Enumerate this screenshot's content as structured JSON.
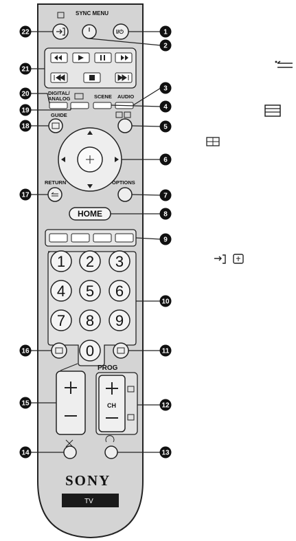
{
  "labels": {
    "sync_menu": "SYNC MENU",
    "digital_analog": "DIGITAL/",
    "digital_analog_2": "ANALOG",
    "scene": "SCENE",
    "audio": "AUDIO",
    "guide": "GUIDE",
    "return": "RETURN",
    "options": "OPTIONS",
    "home": "HOME",
    "prog": "PROG",
    "ch": "CH",
    "brand": "SONY",
    "tv": "TV",
    "power_icon_text": "I/⏻"
  },
  "number_keys": [
    "1",
    "2",
    "3",
    "4",
    "5",
    "6",
    "7",
    "8",
    "9",
    "0"
  ],
  "callouts": [
    "1",
    "2",
    "3",
    "4",
    "5",
    "6",
    "7",
    "8",
    "9",
    "10",
    "11",
    "12",
    "13",
    "14",
    "15",
    "16",
    "17",
    "18",
    "19",
    "20",
    "21",
    "22"
  ],
  "colors": {
    "body": "#d6d6d6",
    "outline": "#222222",
    "badge": "#111111"
  }
}
